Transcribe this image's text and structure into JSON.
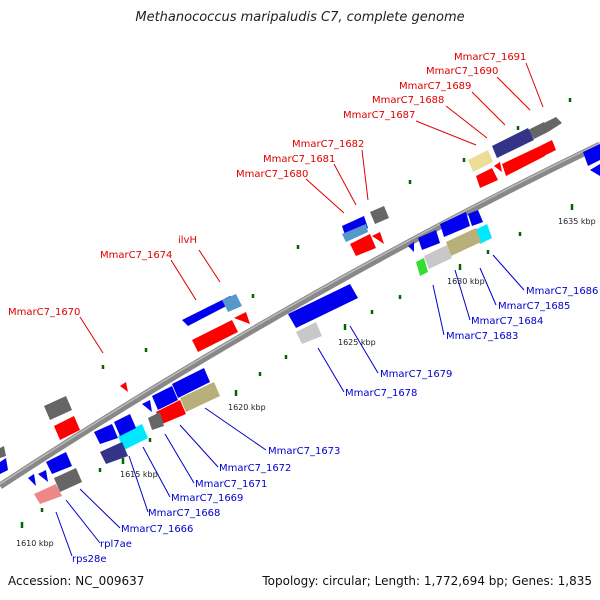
{
  "title": "Methanococcus maripaludis C7, complete genome",
  "footer": {
    "accession": "Accession: NC_009637",
    "stats": "Topology: circular; Length: 1,772,694 bp; Genes: 1,835"
  },
  "colors": {
    "label_top": "#dd0000",
    "label_bottom": "#0000cc",
    "backbone": "#888888",
    "gene_red": "#ff0000",
    "gene_blue": "#0000ee",
    "gene_gray": "#666666",
    "gene_navy": "#333388",
    "gene_khaki": "#b8b07a",
    "gene_cyan": "#00e8ff",
    "gene_light": "#c8c8c8",
    "gene_pink": "#ee8888",
    "gene_green": "#33dd33",
    "gene_yellow": "#eedd99",
    "gene_steel": "#5599cc"
  },
  "ticks": [
    "1610 kbp",
    "1615 kbp",
    "1620 kbp",
    "1625 kbp",
    "1630 kbp",
    "1635 kbp"
  ],
  "labels_top": [
    "MmarC7_1691",
    "MmarC7_1690",
    "MmarC7_1689",
    "MmarC7_1688",
    "MmarC7_1687",
    "MmarC7_1682",
    "MmarC7_1681",
    "MmarC7_1680",
    "ilvH",
    "MmarC7_1674",
    "MmarC7_1670"
  ],
  "labels_bottom": [
    "MmarC7_1686",
    "MmarC7_1685",
    "MmarC7_1684",
    "MmarC7_1683",
    "MmarC7_1679",
    "MmarC7_1678",
    "MmarC7_1673",
    "MmarC7_1672",
    "MmarC7_1671",
    "MmarC7_1669",
    "MmarC7_1668",
    "MmarC7_1666",
    "rpl7ae",
    "rps28e"
  ]
}
